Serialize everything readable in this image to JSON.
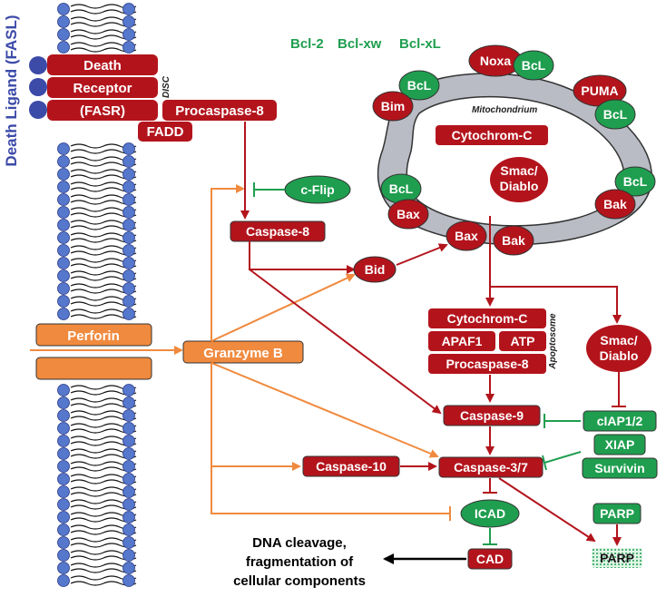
{
  "side_label": "Death Ligand (FASL)",
  "receptor": {
    "death": "Death",
    "receptor": "Receptor",
    "fasr": "(FASR)",
    "disc": "DISC"
  },
  "procaspase8_top": "Procaspase-8",
  "fadd": "FADD",
  "cflip": "c-Flip",
  "caspase8": "Caspase-8",
  "bid": "Bid",
  "perforin": "Perforin",
  "granzyme_b": "Granzyme  B",
  "bcl_family": {
    "bcl2": "Bcl-2",
    "bclxw": "Bcl-xw",
    "bclxl": "Bcl-xL"
  },
  "mito": {
    "label": "Mitochondrium",
    "cytochrom": "Cytochrom-C",
    "smac1": "Smac/",
    "smac2": "Diablo",
    "noxa": "Noxa",
    "puma": "PUMA",
    "bim": "Bim",
    "bax": "Bax",
    "bak": "Bak",
    "bcl": "BcL"
  },
  "apoptosome": {
    "label": "Apoptosome",
    "cytochrom": "Cytochrom-C",
    "apaf1": "APAF1",
    "atp": "ATP",
    "procaspase8": "Procaspase-8"
  },
  "smac_out1": "Smac/",
  "smac_out2": "Diablo",
  "ciap": "cIAP1/2",
  "xiap": "XIAP",
  "survivin": "Survivin",
  "caspase9": "Caspase-9",
  "caspase37": "Caspase-3/7",
  "caspase10": "Caspase-10",
  "icad": "ICAD",
  "cad": "CAD",
  "parp": "PARP",
  "parp_cleaved": "PARP",
  "dna_line1": "DNA cleavage,",
  "dna_line2": "fragmentation of",
  "dna_line3": "cellular components",
  "colors": {
    "red": "#b3141c",
    "green": "#1f9e4f",
    "orange": "#f08a3e",
    "blue": "#3c4aa8",
    "membrane": "#5577cc"
  }
}
